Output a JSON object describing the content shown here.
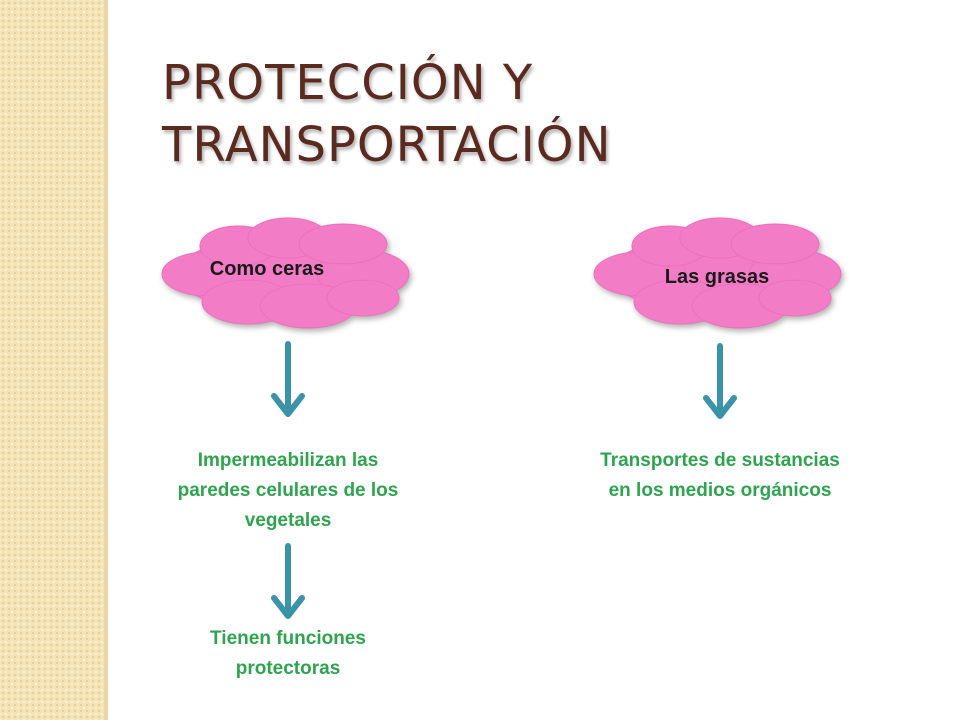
{
  "title": {
    "line1": "PROTECCIÓN Y",
    "line2": "TRANSPORTACIÓN"
  },
  "left_branch": {
    "cloud_label": "Como ceras",
    "step1_text": "Impermeabilizan las paredes celulares de los vegetales",
    "step2_text": "Tienen funciones protectoras"
  },
  "right_branch": {
    "cloud_label": "Las grasas",
    "step1_text": "Transportes de sustancias en los medios orgánicos"
  },
  "colors": {
    "title": "#5a2a1e",
    "cloud_fill": "#f27dc6",
    "arrow": "#3a93a8",
    "result_text": "#2ea44f",
    "side_strip": "#f3e3b6"
  }
}
